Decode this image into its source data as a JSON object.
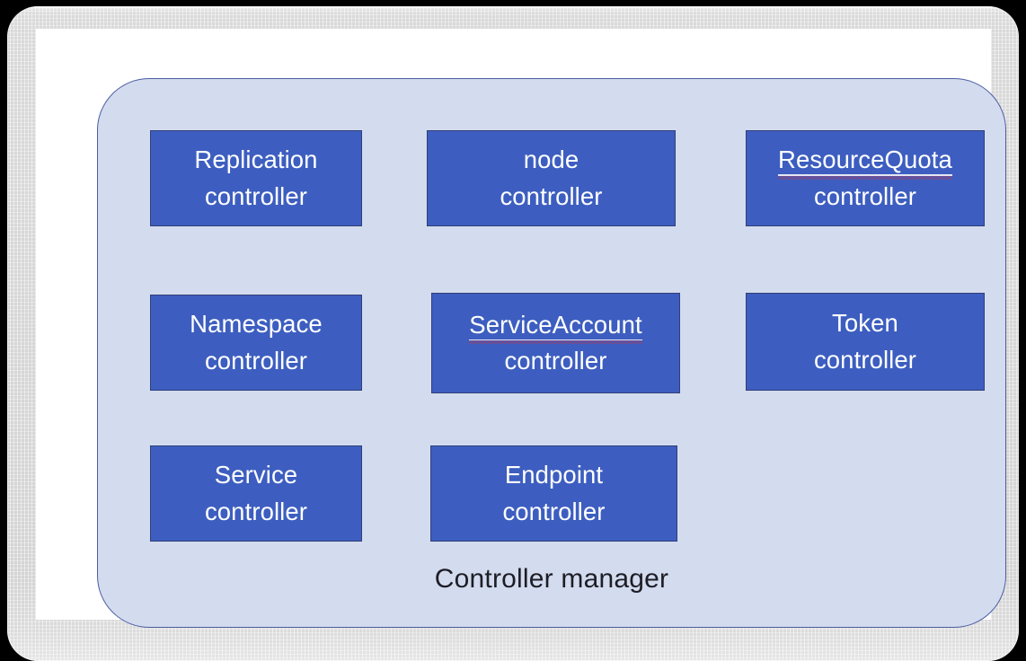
{
  "diagram": {
    "title": "Controller manager",
    "caption": "Controller manager",
    "colors": {
      "frame_gray": "#d7d7d7",
      "canvas_white": "#ffffff",
      "container_fill": "#d3dbee",
      "container_border": "#4a5ea3",
      "box_fill": "#3d5ec0",
      "box_border": "#2f3f78",
      "box_text": "#ffffff",
      "caption_text": "#1d1d26",
      "spellcheck_underline": "#e02b2b"
    },
    "boxes": [
      {
        "id": "replication",
        "line1": "Replication",
        "line2": "controller",
        "misspelled": false,
        "row": 1,
        "col": 1
      },
      {
        "id": "node",
        "line1": "node",
        "line2": "controller",
        "misspelled": false,
        "row": 1,
        "col": 2
      },
      {
        "id": "resourcequota",
        "line1": "ResourceQuota",
        "line2": "controller",
        "misspelled": true,
        "row": 1,
        "col": 3
      },
      {
        "id": "namespace",
        "line1": "Namespace",
        "line2": "controller",
        "misspelled": false,
        "row": 2,
        "col": 1
      },
      {
        "id": "serviceaccount",
        "line1": "ServiceAccount",
        "line2": "controller",
        "misspelled": true,
        "row": 2,
        "col": 2
      },
      {
        "id": "token",
        "line1": "Token",
        "line2": "controller",
        "misspelled": false,
        "row": 2,
        "col": 3
      },
      {
        "id": "service",
        "line1": "Service",
        "line2": "controller",
        "misspelled": false,
        "row": 3,
        "col": 1
      },
      {
        "id": "endpoint",
        "line1": "Endpoint",
        "line2": "controller",
        "misspelled": false,
        "row": 3,
        "col": 2
      }
    ]
  }
}
